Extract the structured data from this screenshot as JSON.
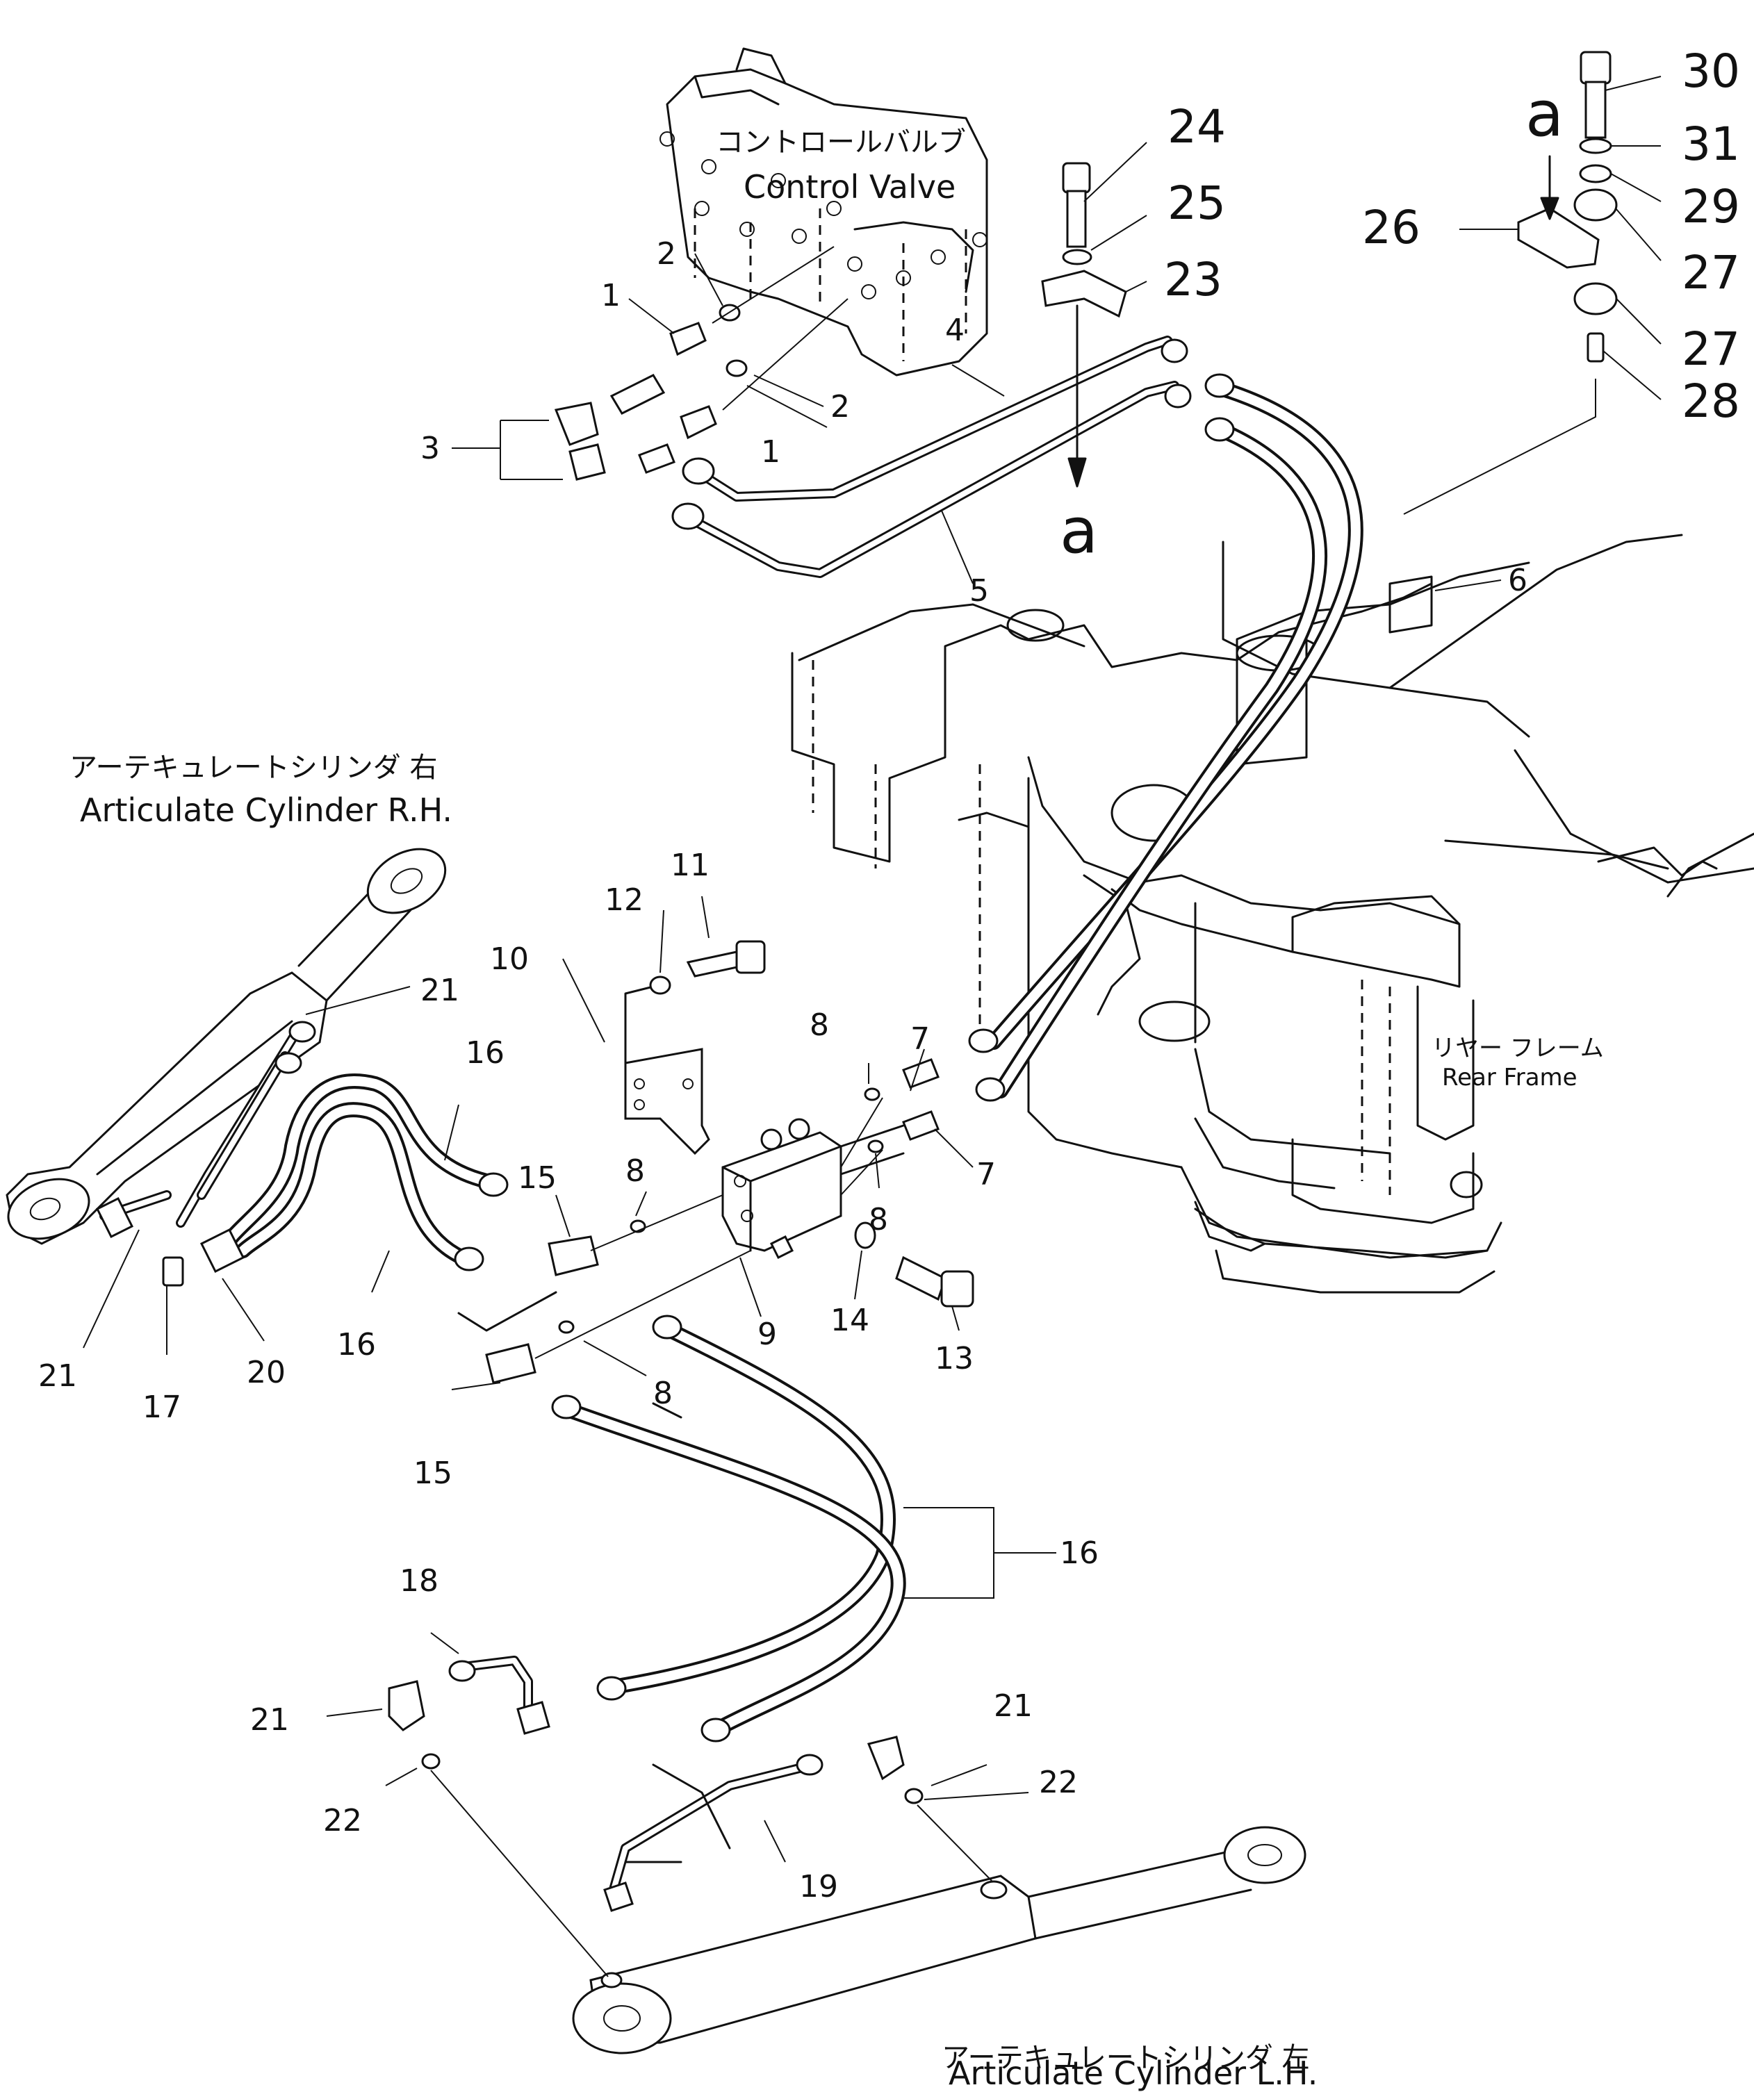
{
  "labels": {
    "control_valve_ja": "コントロールバルブ",
    "control_valve_en": "Control Valve",
    "cyl_rh_ja": "アーテキュレートシリンダ 右",
    "cyl_rh_en": "Articulate Cylinder R.H.",
    "cyl_lh_ja": "アーテキュレートシリンダ 左",
    "cyl_lh_en": "Articulate Cylinder L.H.",
    "rear_frame_ja": "リヤー フレーム",
    "rear_frame_en": "Rear Frame",
    "view_a": "a"
  },
  "callouts": {
    "c1": "1",
    "c2": "2",
    "c3": "3",
    "c4": "4",
    "c5": "5",
    "c6": "6",
    "c7": "7",
    "c8": "8",
    "c9": "9",
    "c10": "10",
    "c11": "11",
    "c12": "12",
    "c13": "13",
    "c14": "14",
    "c15": "15",
    "c16": "16",
    "c17": "17",
    "c18": "18",
    "c19": "19",
    "c20": "20",
    "c21": "21",
    "c22": "22",
    "c23": "23",
    "c24": "24",
    "c25": "25",
    "c26": "26",
    "c27": "27",
    "c28": "28",
    "c29": "29",
    "c30": "30",
    "c31": "31"
  }
}
